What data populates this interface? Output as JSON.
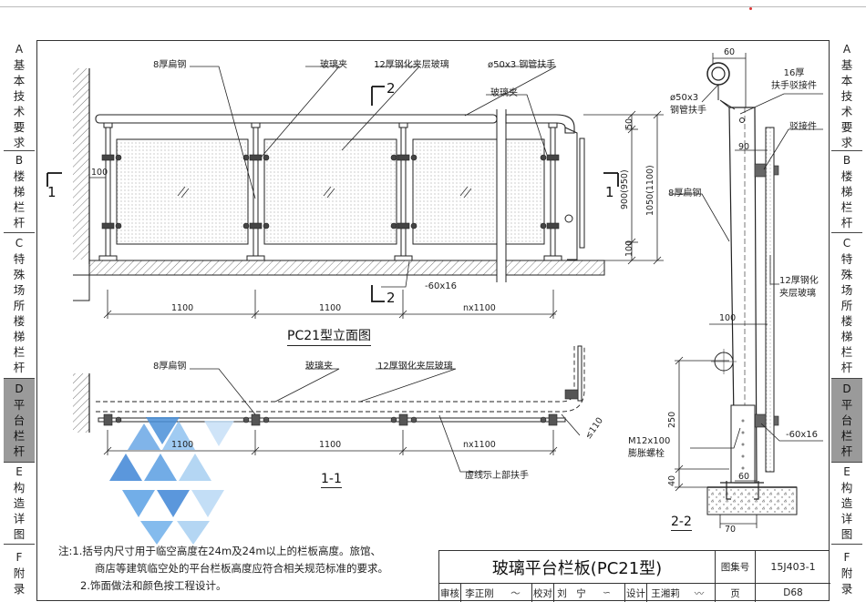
{
  "side_tabs_left": [
    {
      "code": "A",
      "chars": [
        "基",
        "本",
        "技",
        "术",
        "要",
        "求"
      ]
    },
    {
      "code": "B",
      "chars": [
        "楼",
        "梯",
        "栏",
        "杆"
      ]
    },
    {
      "code": "C",
      "chars": [
        "特",
        "殊",
        "场",
        "所",
        "楼",
        "梯",
        "栏",
        "杆"
      ]
    },
    {
      "code": "D",
      "chars": [
        "平",
        "台",
        "栏",
        "杆"
      ],
      "active": true
    },
    {
      "code": "E",
      "chars": [
        "构",
        "造",
        "详",
        "图"
      ]
    },
    {
      "code": "F",
      "chars": [
        "附",
        "录"
      ]
    }
  ],
  "side_tabs_right": [
    {
      "code": "A",
      "chars": [
        "基",
        "本",
        "技",
        "术",
        "要",
        "求"
      ]
    },
    {
      "code": "B",
      "chars": [
        "楼",
        "梯",
        "栏",
        "杆"
      ]
    },
    {
      "code": "C",
      "chars": [
        "特",
        "殊",
        "场",
        "所",
        "楼",
        "梯",
        "栏",
        "杆"
      ]
    },
    {
      "code": "D",
      "chars": [
        "平",
        "台",
        "栏",
        "杆"
      ],
      "active": true
    },
    {
      "code": "E",
      "chars": [
        "构",
        "造",
        "详",
        "图"
      ]
    },
    {
      "code": "F",
      "chars": [
        "附",
        "录"
      ]
    }
  ],
  "elevation": {
    "title": "PC21型立面图",
    "labels": {
      "flat_steel": "8厚扁钢",
      "glass_clip_1": "玻璃夹",
      "laminated_glass": "12厚钢化夹层玻璃",
      "handrail": "ø50x3 钢管扶手",
      "glass_clip_2": "玻璃夹",
      "plate": "-60x16"
    },
    "dims": {
      "d1": "1100",
      "d2": "1100",
      "d3": "nx1100",
      "end": "100"
    },
    "height_dims": {
      "top": "50",
      "middle": "900(950)",
      "bottom": "100",
      "total": "1050(1100)"
    },
    "sec_mark_left": "1",
    "sec_mark_right": "1",
    "sec_mark_top": "2",
    "sec_mark_bottom": "2"
  },
  "plan": {
    "title": "1-1",
    "labels": {
      "flat_steel": "8厚扁钢",
      "glass_clip": "玻璃夹",
      "laminated_glass": "12厚钢化夹层玻璃",
      "dashed_note": "虚线示上部扶手"
    },
    "dims": {
      "d1": "1100",
      "d2": "1100",
      "d3": "nx1100",
      "corner": "≤110"
    }
  },
  "section": {
    "title": "2-2",
    "labels": {
      "handrail": "ø50x3\n钢管扶手",
      "connector16": "16厚\n扶手驳接件",
      "connector": "驳接件",
      "flat_steel": "8厚扁钢",
      "glass": "12厚钢化\n夹层玻璃",
      "bolt": "M12x100\n膨胀螺栓",
      "plate": "-60x16"
    },
    "dims": {
      "top60": "60",
      "d90": "90",
      "d100": "100",
      "d250": "250",
      "d40": "40",
      "d60b": "60",
      "d70": "70"
    }
  },
  "notes": {
    "prefix": "注:",
    "line1": "1.括号内尺寸用于临空高度在24m及24m以上的栏板高度。旅馆、",
    "line2": "商店等建筑临空处的平台栏板高度应符合相关规范标准的要求。",
    "line3": "2.饰面做法和颜色按工程设计。"
  },
  "title_block": {
    "title": "玻璃平台栏板(PC21型)",
    "atlas_label": "图集号",
    "atlas_no": "15J403-1",
    "review_label": "审核",
    "reviewer": "李正刚",
    "check_label": "校对",
    "checker": "刘　宁",
    "design_label": "设计",
    "designer": "王湘莉",
    "page_label": "页",
    "page_no": "D68"
  }
}
